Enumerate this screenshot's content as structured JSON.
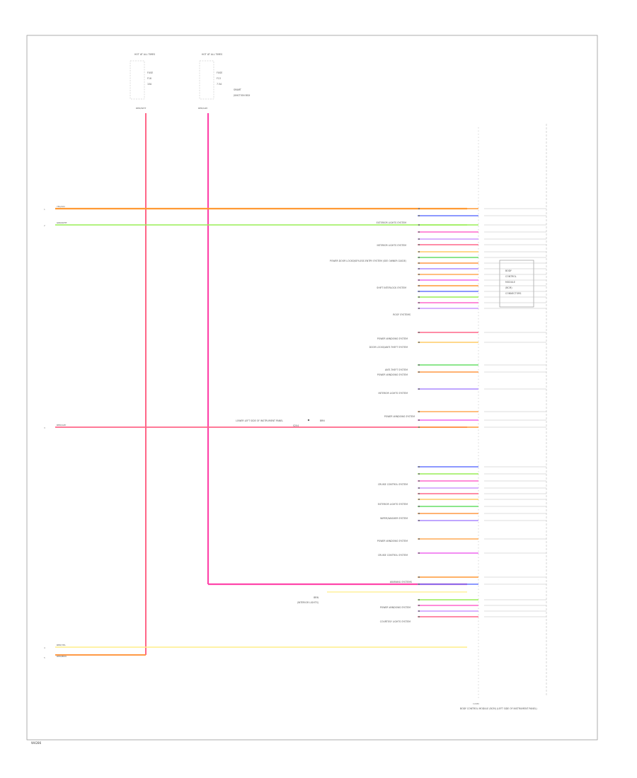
{
  "code": "W4286",
  "colors": {
    "frame": "#999999",
    "fuse_a_wire": "#ff6688",
    "fuse_b_wire": "#ff44aa",
    "wire_1": "#ff9933",
    "wire_2": "#99ee55",
    "wire_3": "#ff6688",
    "wire_4": "#ffee88",
    "wire_5": "#ff9944"
  },
  "fuse_a": {
    "label": "HOT AT ALL TIMES",
    "lines": [
      "FUSE",
      "F16",
      "10A"
    ],
    "wire_label": "RED/WHT"
  },
  "fuse_b": {
    "label": "HOT AT ALL TIMES",
    "lines": [
      "FUSE",
      "F13",
      "7.5A",
      "SMART",
      "JUNCTION BOX"
    ],
    "wire_label": "RED/GRY"
  },
  "module": {
    "name": "BODY CONTROL MODULE (BCM) (LEFT SIDE OF INSTRUMENT PANEL)",
    "box_lines": [
      "BODY",
      "CONTROL",
      "MODULE",
      "(BCM)",
      "CONNECTORS"
    ],
    "connector_label": "C2280"
  },
  "left_wires": [
    {
      "label": "YEL/VIO",
      "pin": "1"
    },
    {
      "label": "GRN/WHT",
      "pin": "2"
    },
    {
      "label": "RED/GRY",
      "pin": "3"
    },
    {
      "label": "RED/YEL",
      "pin": "4"
    },
    {
      "label": "RED/BRN",
      "pin": "5"
    }
  ],
  "systems": [
    {
      "label": "EXTERIOR LIGHTS SYSTEM"
    },
    {
      "label": "INTERIOR LIGHTS SYSTEM"
    },
    {
      "label": "POWER DOOR LOCKS/KEYLESS ENTRY SYSTEM (SEE OWNER GUIDE)"
    },
    {
      "label": "SHIFT INTERLOCK SYSTEM"
    },
    {
      "label": "ROOF SYSTEMS"
    },
    {
      "label": "POWER WINDOWS SYSTEM"
    },
    {
      "label": "DOOR LOCKS/ANTI-THEFT SYSTEM"
    },
    {
      "label": "ANTI-THEFT SYSTEM"
    },
    {
      "label": "POWER WINDOWS SYSTEM"
    },
    {
      "label": "INTERIOR LIGHTS SYSTEM"
    },
    {
      "label": "POWER WINDOWS SYSTEM"
    },
    {
      "label": "CRUISE CONTROL SYSTEM"
    },
    {
      "label": "EXTERIOR LIGHTS SYSTEM"
    },
    {
      "label": "WIPER/WASHER SYSTEM"
    },
    {
      "label": "POWER WINDOWS SYSTEM"
    },
    {
      "label": "CRUISE CONTROL SYSTEM"
    },
    {
      "label": "WARNING SYSTEMS"
    },
    {
      "label": "POWER WINDOWS SYSTEM"
    },
    {
      "label": "COURTESY LIGHTS SYSTEM"
    }
  ],
  "junction": {
    "label": "LOWER LEFT SIDE OF INSTRUMENT PANEL",
    "splice": "S204",
    "wire": "BRN"
  },
  "bottom_splice": {
    "lines": [
      "BRN",
      "(INTERIOR LIGHTS)"
    ]
  }
}
